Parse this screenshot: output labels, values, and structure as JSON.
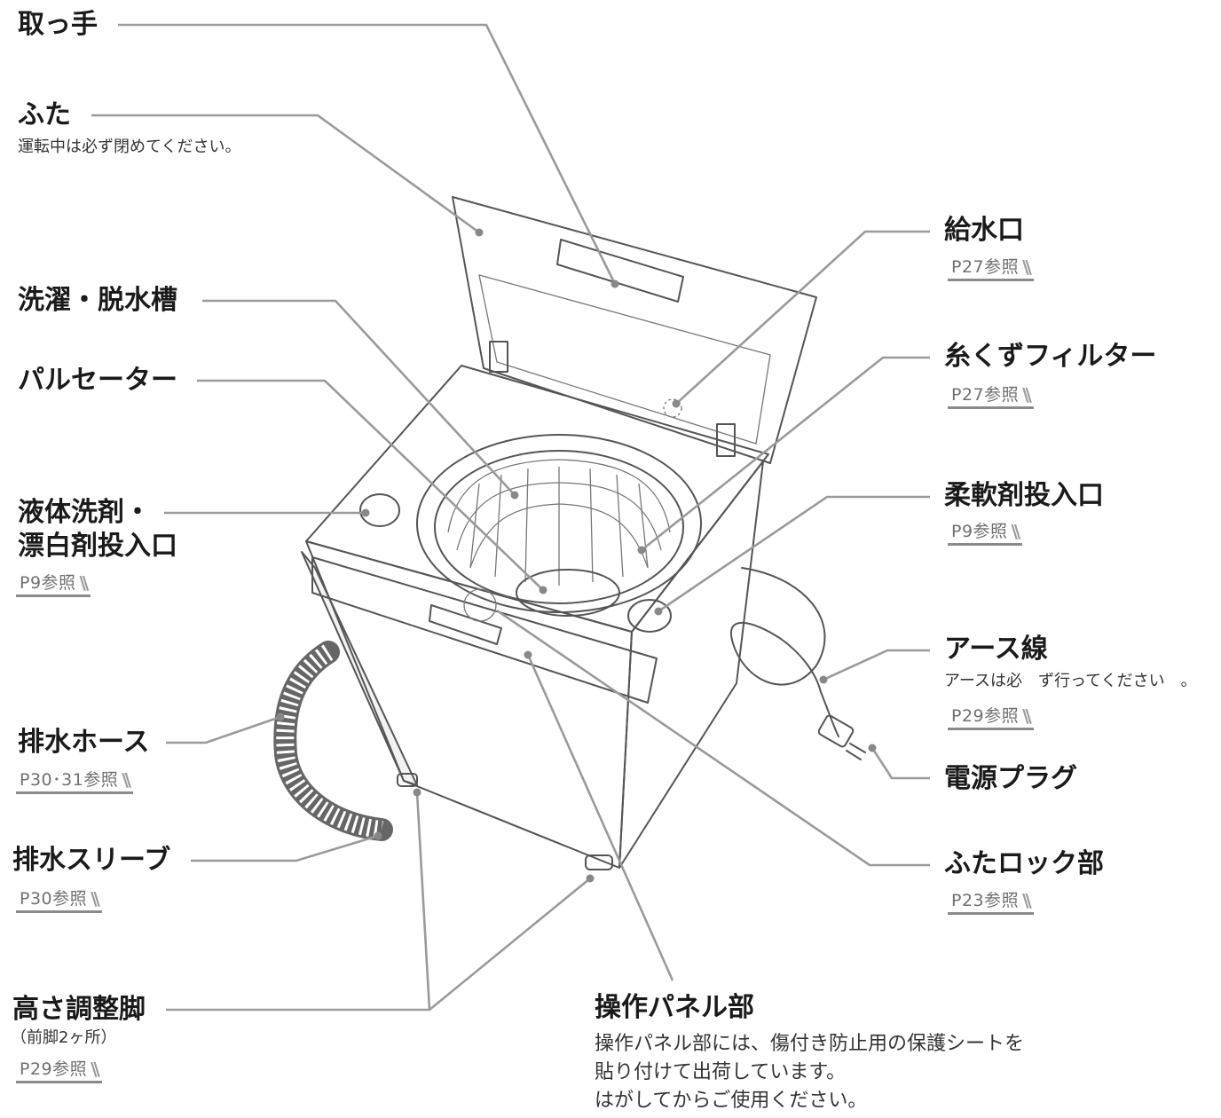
{
  "labels": {
    "handle": "取っ手",
    "lid": "ふた",
    "lid_note": "運転中は必ず閉めてください。",
    "tub": "洗濯・脱水槽",
    "pulsator": "パルセーター",
    "detergent_1": "液体洗剤・",
    "detergent_2": "漂白剤投入口",
    "detergent_ref": "P9参照",
    "drain_hose": "排水ホース",
    "drain_hose_ref": "P30･31参照",
    "drain_sleeve": "排水スリーブ",
    "drain_sleeve_ref": "P30参照",
    "feet": "高さ調整脚",
    "feet_note": "（前脚2ヶ所）",
    "feet_ref": "P29参照",
    "water_inlet": "給水口",
    "water_inlet_ref": "P27参照",
    "lint_filter": "糸くずフィルター",
    "lint_filter_ref": "P27参照",
    "softener": "柔軟剤投入口",
    "softener_ref": "P9参照",
    "earth": "アース線",
    "earth_note": "アースは必　ず行ってください　。",
    "earth_ref": "P29参照",
    "plug": "電源プラグ",
    "lid_lock": "ふたロック部",
    "lid_lock_ref": "P23参照",
    "panel": "操作パネル部",
    "panel_note_1": "操作パネル部には、傷付き防止用の保護シートを",
    "panel_note_2": "貼り付けて出荷しています。",
    "panel_note_3": "はがしてからご使用ください。"
  },
  "icons": {
    "reference_marker": "double-slash-icon"
  },
  "colors": {
    "ink": "#1a1a1a",
    "leader": "#9a9a9a",
    "reference": "#707070"
  }
}
